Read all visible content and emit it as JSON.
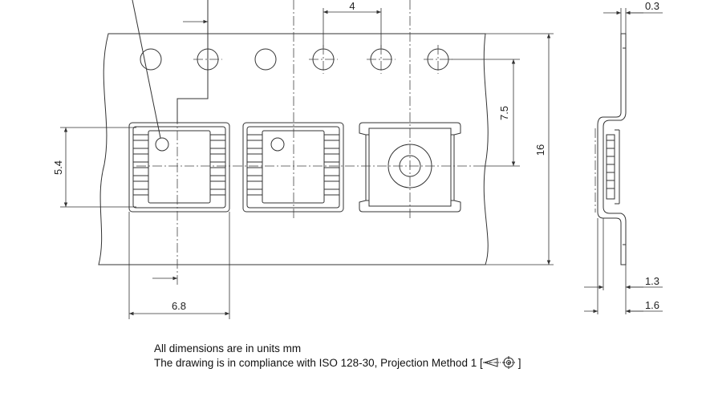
{
  "dimensions": {
    "pitch": "4",
    "pocket_center_offset": "7.5",
    "tape_width": "16",
    "pocket_height": "5.4",
    "pocket_width": "6.8",
    "tape_thickness": "0.3",
    "pocket_depth_a": "1.3",
    "pocket_depth_b": "1.6"
  },
  "notes": {
    "units": "All dimensions are in units mm",
    "compliance": "The drawing is in compliance with ISO 128-30, Projection Method 1 ["
  },
  "notes_suffix": "]",
  "colors": {
    "line": "#333333",
    "centerline": "#444444"
  }
}
